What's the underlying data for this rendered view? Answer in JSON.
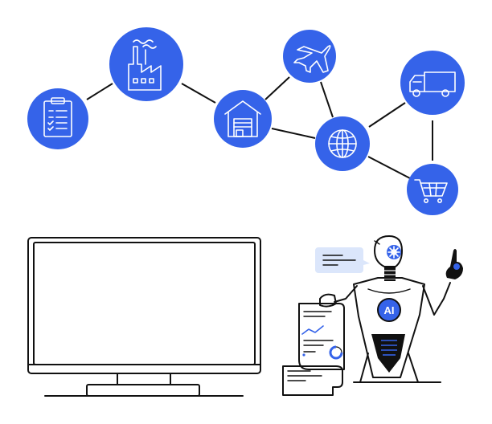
{
  "colors": {
    "accent": "#3563e9",
    "ink": "#111111",
    "paper": "#ffffff",
    "bubble": "#dbe6fb"
  },
  "network": {
    "nodes": [
      {
        "id": "checklist",
        "icon": "clipboard-checklist-icon"
      },
      {
        "id": "factory",
        "icon": "factory-icon"
      },
      {
        "id": "warehouse",
        "icon": "warehouse-icon"
      },
      {
        "id": "airplane",
        "icon": "airplane-icon"
      },
      {
        "id": "globe",
        "icon": "globe-icon"
      },
      {
        "id": "truck",
        "icon": "delivery-truck-icon"
      },
      {
        "id": "cart",
        "icon": "shopping-cart-icon"
      }
    ],
    "links": [
      [
        "checklist",
        "factory"
      ],
      [
        "factory",
        "warehouse"
      ],
      [
        "warehouse",
        "airplane"
      ],
      [
        "warehouse",
        "globe"
      ],
      [
        "airplane",
        "globe"
      ],
      [
        "globe",
        "truck"
      ],
      [
        "globe",
        "cart"
      ],
      [
        "truck",
        "cart"
      ]
    ]
  },
  "monitor": {
    "screen": "blank"
  },
  "robot": {
    "chest_label": "AI"
  }
}
